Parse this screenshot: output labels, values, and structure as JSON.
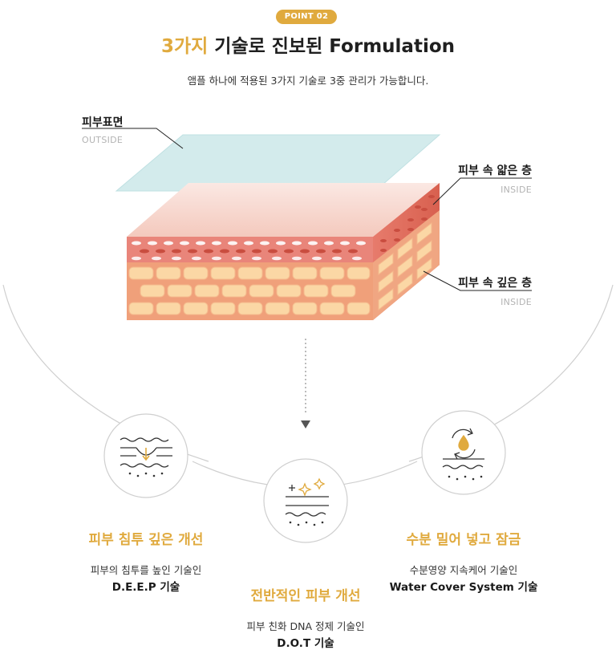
{
  "header": {
    "badge": "POINT 02",
    "title_accent": "3가지",
    "title_rest": " 기술로 진보된 Formulation",
    "subtitle": "앰플 하나에 적용된 3가지 기술로 3중 관리가 가능합니다."
  },
  "layers": [
    {
      "title": "피부표면",
      "sub": "OUTSIDE"
    },
    {
      "title": "피부 속 얇은 층",
      "sub": "INSIDE"
    },
    {
      "title": "피부 속 깊은 층",
      "sub": "INSIDE"
    }
  ],
  "features": [
    {
      "title": "피부 침투 깊은 개선",
      "desc": "피부의 침투를 높인 기술인",
      "name": "D.E.E.P 기술",
      "icon": "absorption-icon"
    },
    {
      "title": "전반적인 피부 개선",
      "desc": "피부 친화 DNA 정제 기술인",
      "name": "D.O.T 기술",
      "icon": "sparkle-icon"
    },
    {
      "title": "수분 밀어 넣고 잠금",
      "desc": "수분영양 지속케어 기술인",
      "name": "Water Cover System 기술",
      "icon": "water-cycle-icon"
    }
  ],
  "colors": {
    "accent": "#e0aa3e",
    "skin_top": "#f6d7cc",
    "skin_red": "#e8786b",
    "cell": "#f4c69c",
    "film": "#cfe8ea"
  }
}
